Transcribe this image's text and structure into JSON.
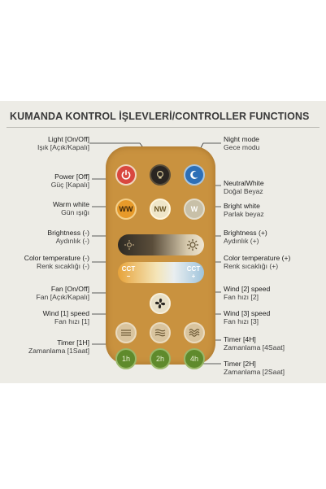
{
  "title": "KUMANDA KONTROL İŞLEVLERİ/CONTROLLER FUNCTIONS",
  "labels": {
    "light": {
      "en": "Light [On/Off]",
      "tr": "Işık [Açık/Kapalı]"
    },
    "power": {
      "en": "Power [Off]",
      "tr": "Güç [Kapalı]"
    },
    "warm_white": {
      "en": "Warm white",
      "tr": "Gün ışığı"
    },
    "brightness_minus": {
      "en": "Brightness (-)",
      "tr": "Aydınlık (-)"
    },
    "cct_minus": {
      "en": "Color temperature (-)",
      "tr": "Renk sıcaklığı (-)"
    },
    "fan": {
      "en": "Fan [On/Off]",
      "tr": "Fan [Açık/Kapalı]"
    },
    "wind1": {
      "en": "Wind [1] speed",
      "tr": "Fan hızı [1]"
    },
    "timer1": {
      "en": "Timer [1H]",
      "tr": "Zamanlama [1Saat]"
    },
    "night": {
      "en": "Night mode",
      "tr": "Gece modu"
    },
    "neutral": {
      "en": "NeutralWhite",
      "tr": "Doğal Beyaz"
    },
    "bright_white": {
      "en": "Bright white",
      "tr": "Parlak beyaz"
    },
    "brightness_plus": {
      "en": "Brightness (+)",
      "tr": "Aydınlık (+)"
    },
    "cct_plus": {
      "en": "Color temperature (+)",
      "tr": "Renk sıcaklığı (+)"
    },
    "wind2": {
      "en": "Wind [2] speed",
      "tr": "Fan hızı [2]"
    },
    "wind3": {
      "en": "Wind [3] speed",
      "tr": "Fan hızı [3]"
    },
    "timer4": {
      "en": "Timer [4H]",
      "tr": "Zamanlama [4Saat]"
    },
    "timer2": {
      "en": "Timer [2H]",
      "tr": "Zamanlama [2Saat]"
    }
  },
  "buttons": {
    "ww": "WW",
    "nw": "NW",
    "w": "W",
    "cct": "CCT",
    "minus": "−",
    "plus": "+",
    "t1": "1h",
    "t2": "2h",
    "t4": "4h"
  },
  "colors": {
    "remote": "#c9923f",
    "power": "#d9473f",
    "dark": "#2a2622",
    "night": "#2d6fb7",
    "warm": "#e79a2a",
    "neutral": "#efe6c9",
    "white": "#c8c0a8",
    "fan_btn": "#e8e0c8",
    "timer": "#5f8a2c"
  },
  "icons": [
    "power-icon",
    "bulb-icon",
    "moon-icon",
    "fan-icon",
    "wind-1-icon",
    "wind-2-icon",
    "wind-3-icon",
    "brightness-minus-icon",
    "brightness-plus-icon"
  ]
}
